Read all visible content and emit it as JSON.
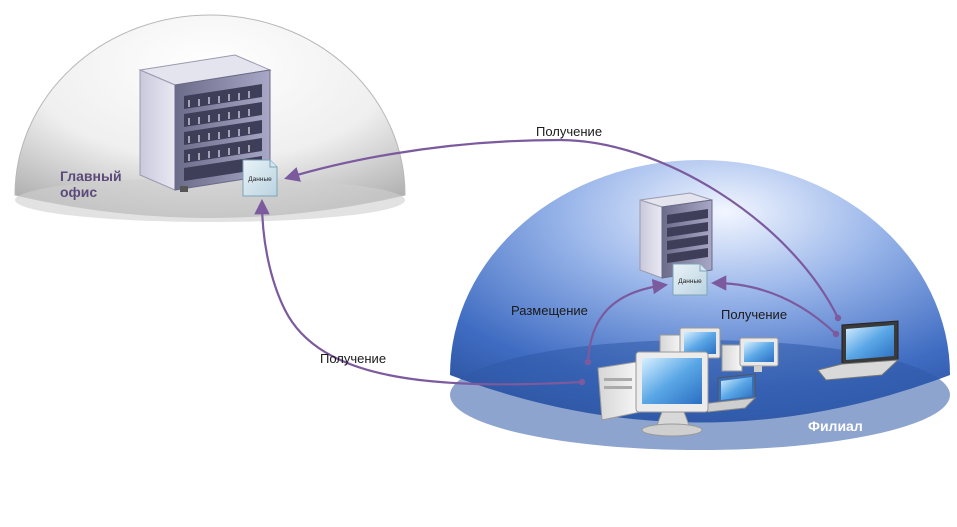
{
  "sites": {
    "head_office_label_line1": "Главный",
    "head_office_label_line2": "офис",
    "branch_label": "Филиал"
  },
  "documents": {
    "head_doc_label": "Данные",
    "branch_doc_label": "Данные"
  },
  "arrows": {
    "top_retrieval_label": "Получение",
    "left_retrieval_label": "Получение",
    "placement_label": "Размещение",
    "branch_retrieval_label": "Получение"
  },
  "colors": {
    "arrow": "#7b5a9e",
    "head_site_text": "#5c4a7a",
    "branch_site_text": "#ffffff",
    "branch_dome": "#3d67b8",
    "head_dome": "#d9d9d9"
  }
}
